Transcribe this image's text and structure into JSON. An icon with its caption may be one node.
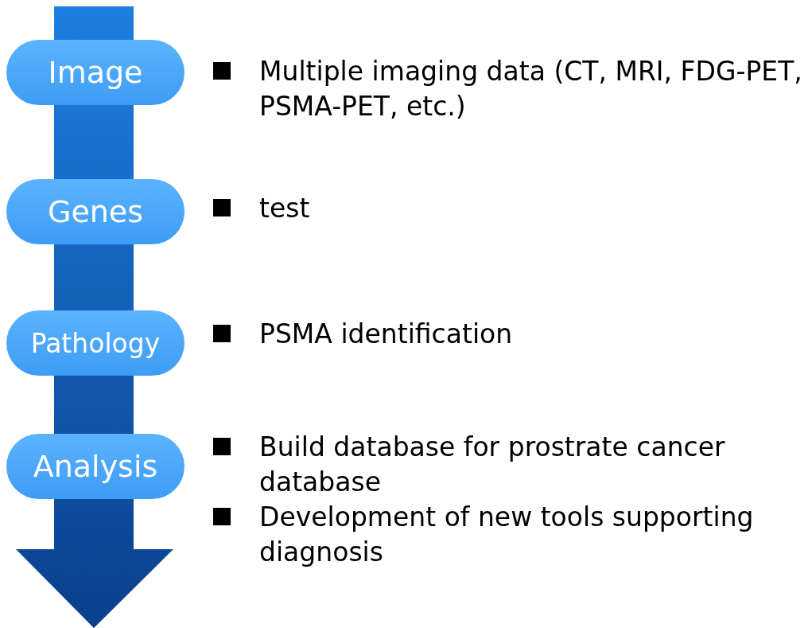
{
  "diagram": {
    "nodes": [
      {
        "text": [
          "Image"
        ],
        "beside": [
          "Multiple imaging data (CT, MRI, FDG-PET, PSMA-PET, etc.)"
        ]
      },
      {
        "text": [
          "Genes"
        ],
        "beside": [
          "test"
        ]
      },
      {
        "text": [
          "Pathology"
        ],
        "beside": [
          "PSMA identification"
        ]
      },
      {
        "text": [
          "Analysis"
        ],
        "beside": [
          "Build database for prostrate cancer database",
          "Development of new tools supporting diagnosis"
        ]
      }
    ],
    "edges": []
  }
}
